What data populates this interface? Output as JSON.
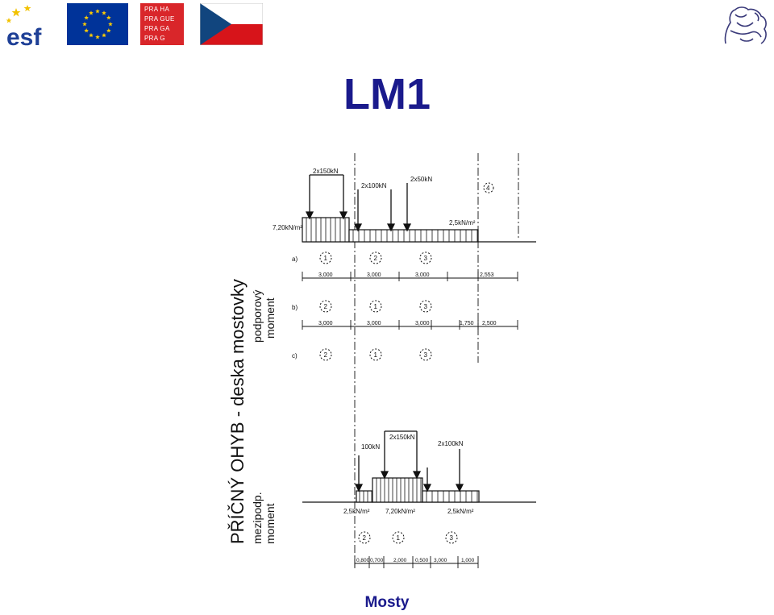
{
  "header": {
    "logos": [
      {
        "name": "esf-logo",
        "label": "esf"
      },
      {
        "name": "eu-flag-logo"
      },
      {
        "name": "praha-logo",
        "lines": [
          "PRA HA",
          "PRA GUE",
          "PRA GA",
          "PRA G"
        ]
      },
      {
        "name": "czech-flag-logo"
      },
      {
        "name": "cvut-lion-logo"
      }
    ]
  },
  "slide": {
    "title": "LM1",
    "footer": "Mosty"
  },
  "drawing": {
    "main_label": "PŘÍČNÝ OHYB - deska mostovky",
    "upper_side_label_1": "podporový",
    "upper_side_label_2": "moment",
    "lower_side_label_1": "mezipodp.",
    "lower_side_label_2": "moment",
    "top_loads": [
      "2x150kN",
      "2x100kN",
      "2x50kN"
    ],
    "top_udl_left": "7,20kN/m²",
    "top_udl_right": "2,5kN/m²",
    "rows": [
      {
        "label": "a)",
        "circles": [
          "1",
          "2",
          "3"
        ],
        "dims": [
          "3,000",
          "3,000",
          "3,000",
          "2,553"
        ]
      },
      {
        "label": "b)",
        "circles": [
          "2",
          "1",
          "3"
        ],
        "dims": [
          "3,000",
          "3,000",
          "3,000",
          "1,750",
          "2,500"
        ]
      },
      {
        "label": "c)",
        "circles": [
          "2",
          "1",
          "3"
        ]
      }
    ],
    "top_right_circle": "4",
    "lower_loads": [
      "100kN",
      "2x150kN",
      "2x100kN"
    ],
    "lower_udl": [
      "2,5kN/m²",
      "7,20kN/m²",
      "2,5kN/m²"
    ],
    "lower_circles": [
      "2",
      "1",
      "3"
    ],
    "lower_dims": [
      "0,800",
      "0,700",
      "2,000",
      "0,500",
      "3,000",
      "1,000"
    ]
  },
  "colors": {
    "title": "#1a1a8c",
    "praha_red": "#d9262a",
    "eu_blue": "#003399",
    "eu_star": "#ffcc00"
  }
}
